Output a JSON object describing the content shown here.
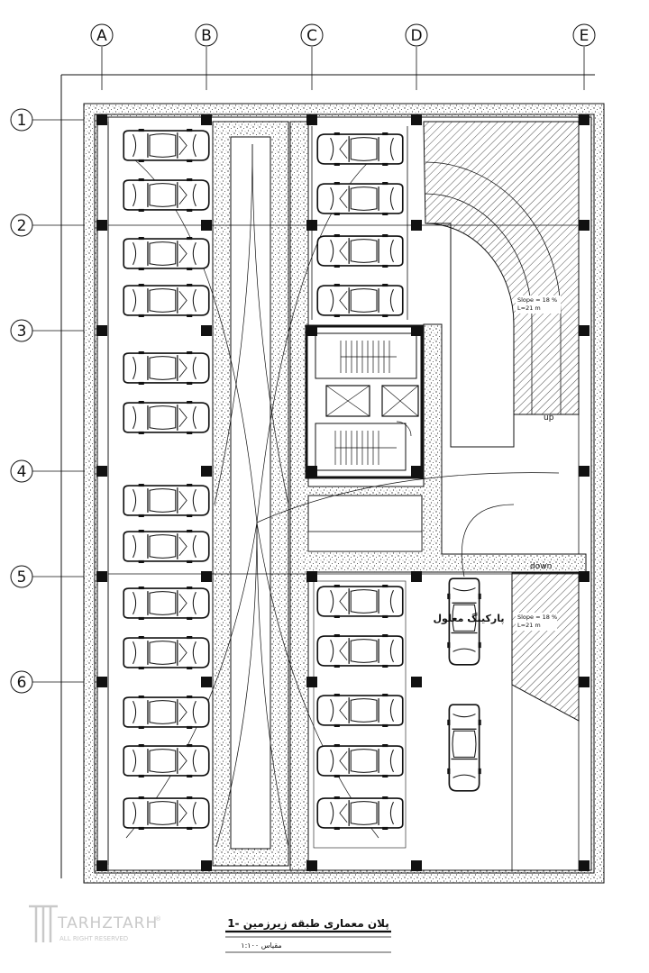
{
  "grid": {
    "columns": [
      "A",
      "B",
      "C",
      "D",
      "E"
    ],
    "rows": [
      "1",
      "2",
      "3",
      "4",
      "5",
      "6"
    ]
  },
  "ramps": {
    "up": {
      "label": "up",
      "slope": "Slope = 18 %",
      "length": "L=21 m"
    },
    "down": {
      "label": "down",
      "slope": "Slope = 18 %",
      "length": "L=21 m"
    }
  },
  "accessible_parking_label": "پارکینگ معلول",
  "title_block": {
    "title": "پلان معماری طبقه زیرزمین -1",
    "scale": "مقیاس ۱:۱۰۰"
  },
  "logo": {
    "name": "TARHZTARH",
    "rights": "ALL RIGHT RESERVED",
    "registered": "®"
  }
}
